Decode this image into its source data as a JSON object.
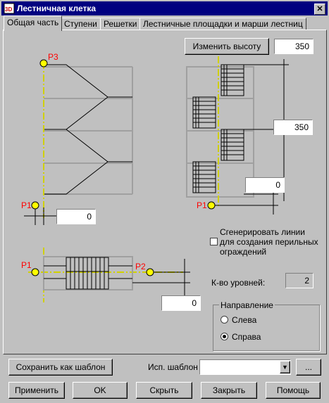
{
  "window": {
    "title": "Лестничная клетка",
    "close_glyph": "✕"
  },
  "tabs": [
    "Общая часть",
    "Ступени",
    "Решетки",
    "Лестничные площадки и марши лестниц"
  ],
  "top": {
    "change_height_label": "Изменить высоту",
    "height_value": "350"
  },
  "elevation": {
    "p3": "P3",
    "p1": "P1",
    "offset_value": "0"
  },
  "section": {
    "p1": "P1",
    "level_height": "350",
    "offset_value": "0"
  },
  "plan": {
    "p1": "P1",
    "p2": "P2",
    "offset_value": "0"
  },
  "generate_lines_label": "Сгенерировать линии для создания перильных ограждений",
  "levels": {
    "label": "К-во уровней:",
    "value": "2"
  },
  "direction": {
    "label": "Направление",
    "left_label": "Слева",
    "right_label": "Справа",
    "selected": "right"
  },
  "bottom": {
    "save_template_label": "Сохранить как шаблон",
    "use_template_label": "Исп. шаблон",
    "template_value": "",
    "browse_label": "...",
    "apply_label": "Применить",
    "ok_label": "OK",
    "hide_label": "Скрыть",
    "close_label": "Закрыть",
    "help_label": "Помощь"
  },
  "colors": {
    "titlebar": "#000080",
    "point_fill": "#ffff00",
    "point_label": "#ff0000",
    "axis": "#d0d000"
  }
}
